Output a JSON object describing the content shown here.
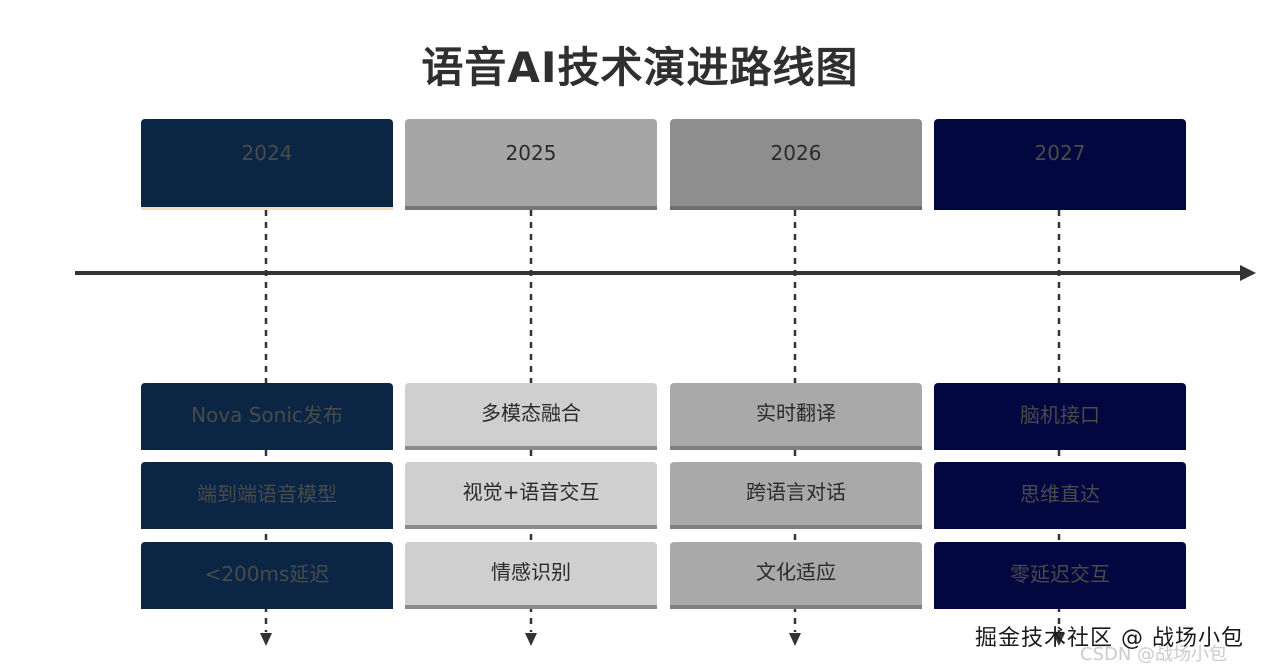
{
  "title": "语音AI技术演进路线图",
  "columns": [
    {
      "year": "2024",
      "items": [
        "Nova Sonic发布",
        "端到端语音模型",
        "<200ms延迟"
      ],
      "box_color": "#0b2545",
      "text_color": "#4a4a4a",
      "year_bottom": "#f2dcc0",
      "item_bottom": "#0b2545"
    },
    {
      "year": "2025",
      "items": [
        "多模态融合",
        "视觉+语音交互",
        "情感识别"
      ],
      "box_color": "#a6a6a6",
      "item_color": "#cfcfcf",
      "text_color": "#2b2b2b",
      "year_bottom": "#777777",
      "item_bottom": "#8a8a8a"
    },
    {
      "year": "2026",
      "items": [
        "实时翻译",
        "跨语言对话",
        "文化适应"
      ],
      "box_color": "#8e8e8e",
      "item_color": "#a9a9a9",
      "text_color": "#2b2b2b",
      "year_bottom": "#6e6e6e",
      "item_bottom": "#7f7f7f"
    },
    {
      "year": "2027",
      "items": [
        "脑机接口",
        "思维直达",
        "零延迟交互"
      ],
      "box_color": "#03073f",
      "text_color": "#4a4a4a",
      "year_bottom": "#03073f",
      "item_bottom": "#03073f"
    }
  ],
  "watermark": {
    "line1": "掘金技术社区 @ 战场小包",
    "line2": "CSDN @战场小包"
  },
  "colors": {
    "axis": "#333333",
    "connector": "#333333"
  }
}
